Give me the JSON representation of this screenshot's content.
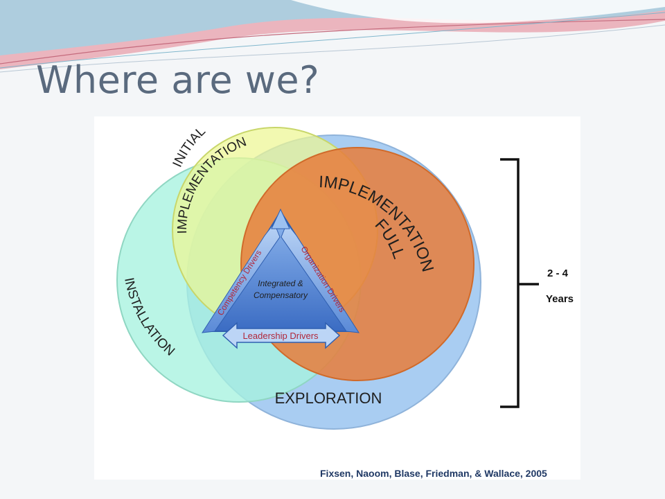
{
  "slide": {
    "title": "Where are we?"
  },
  "stages": {
    "initial": "INITIAL",
    "implementation": "IMPLEMENTATION",
    "full": "FULL",
    "full_implementation": "IMPLEMENTATION",
    "installation": "INSTALLATION",
    "exploration": "EXPLORATION"
  },
  "drivers": {
    "competency": "Competency Drivers",
    "organization": "Organization Drivers",
    "leadership": "Leadership Drivers",
    "center_line1": "Integrated &",
    "center_line2": "Compensatory"
  },
  "timeline": {
    "range": "2 - 4",
    "unit": "Years"
  },
  "citation": "Fixsen, Naoom, Blase, Friedman, & Wallace, 2005",
  "colors": {
    "exploration": "#a9cdf2",
    "installation": "#a7f2df",
    "initial": "#edf793",
    "full": "#e67e3c",
    "triangle": "#5b8fd8",
    "driver_text": "#b0273a",
    "title": "#5a6a7e"
  }
}
